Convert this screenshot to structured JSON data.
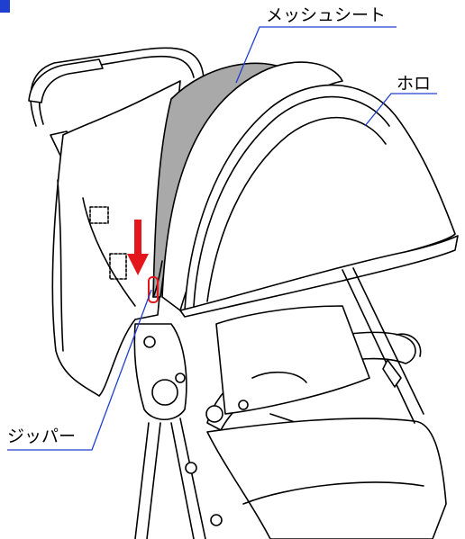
{
  "labels": {
    "mesh_sheet": "メッシュシート",
    "canopy": "ホロ",
    "zipper": "ジッパー"
  },
  "colors": {
    "leader_line": "#1f3fd0",
    "arrow": "#e3161b",
    "zipper_highlight": "#e3161b",
    "mesh_fill": "#a9a9a9",
    "outline": "#000000"
  },
  "icons": {
    "arrow": "down-arrow-icon"
  }
}
